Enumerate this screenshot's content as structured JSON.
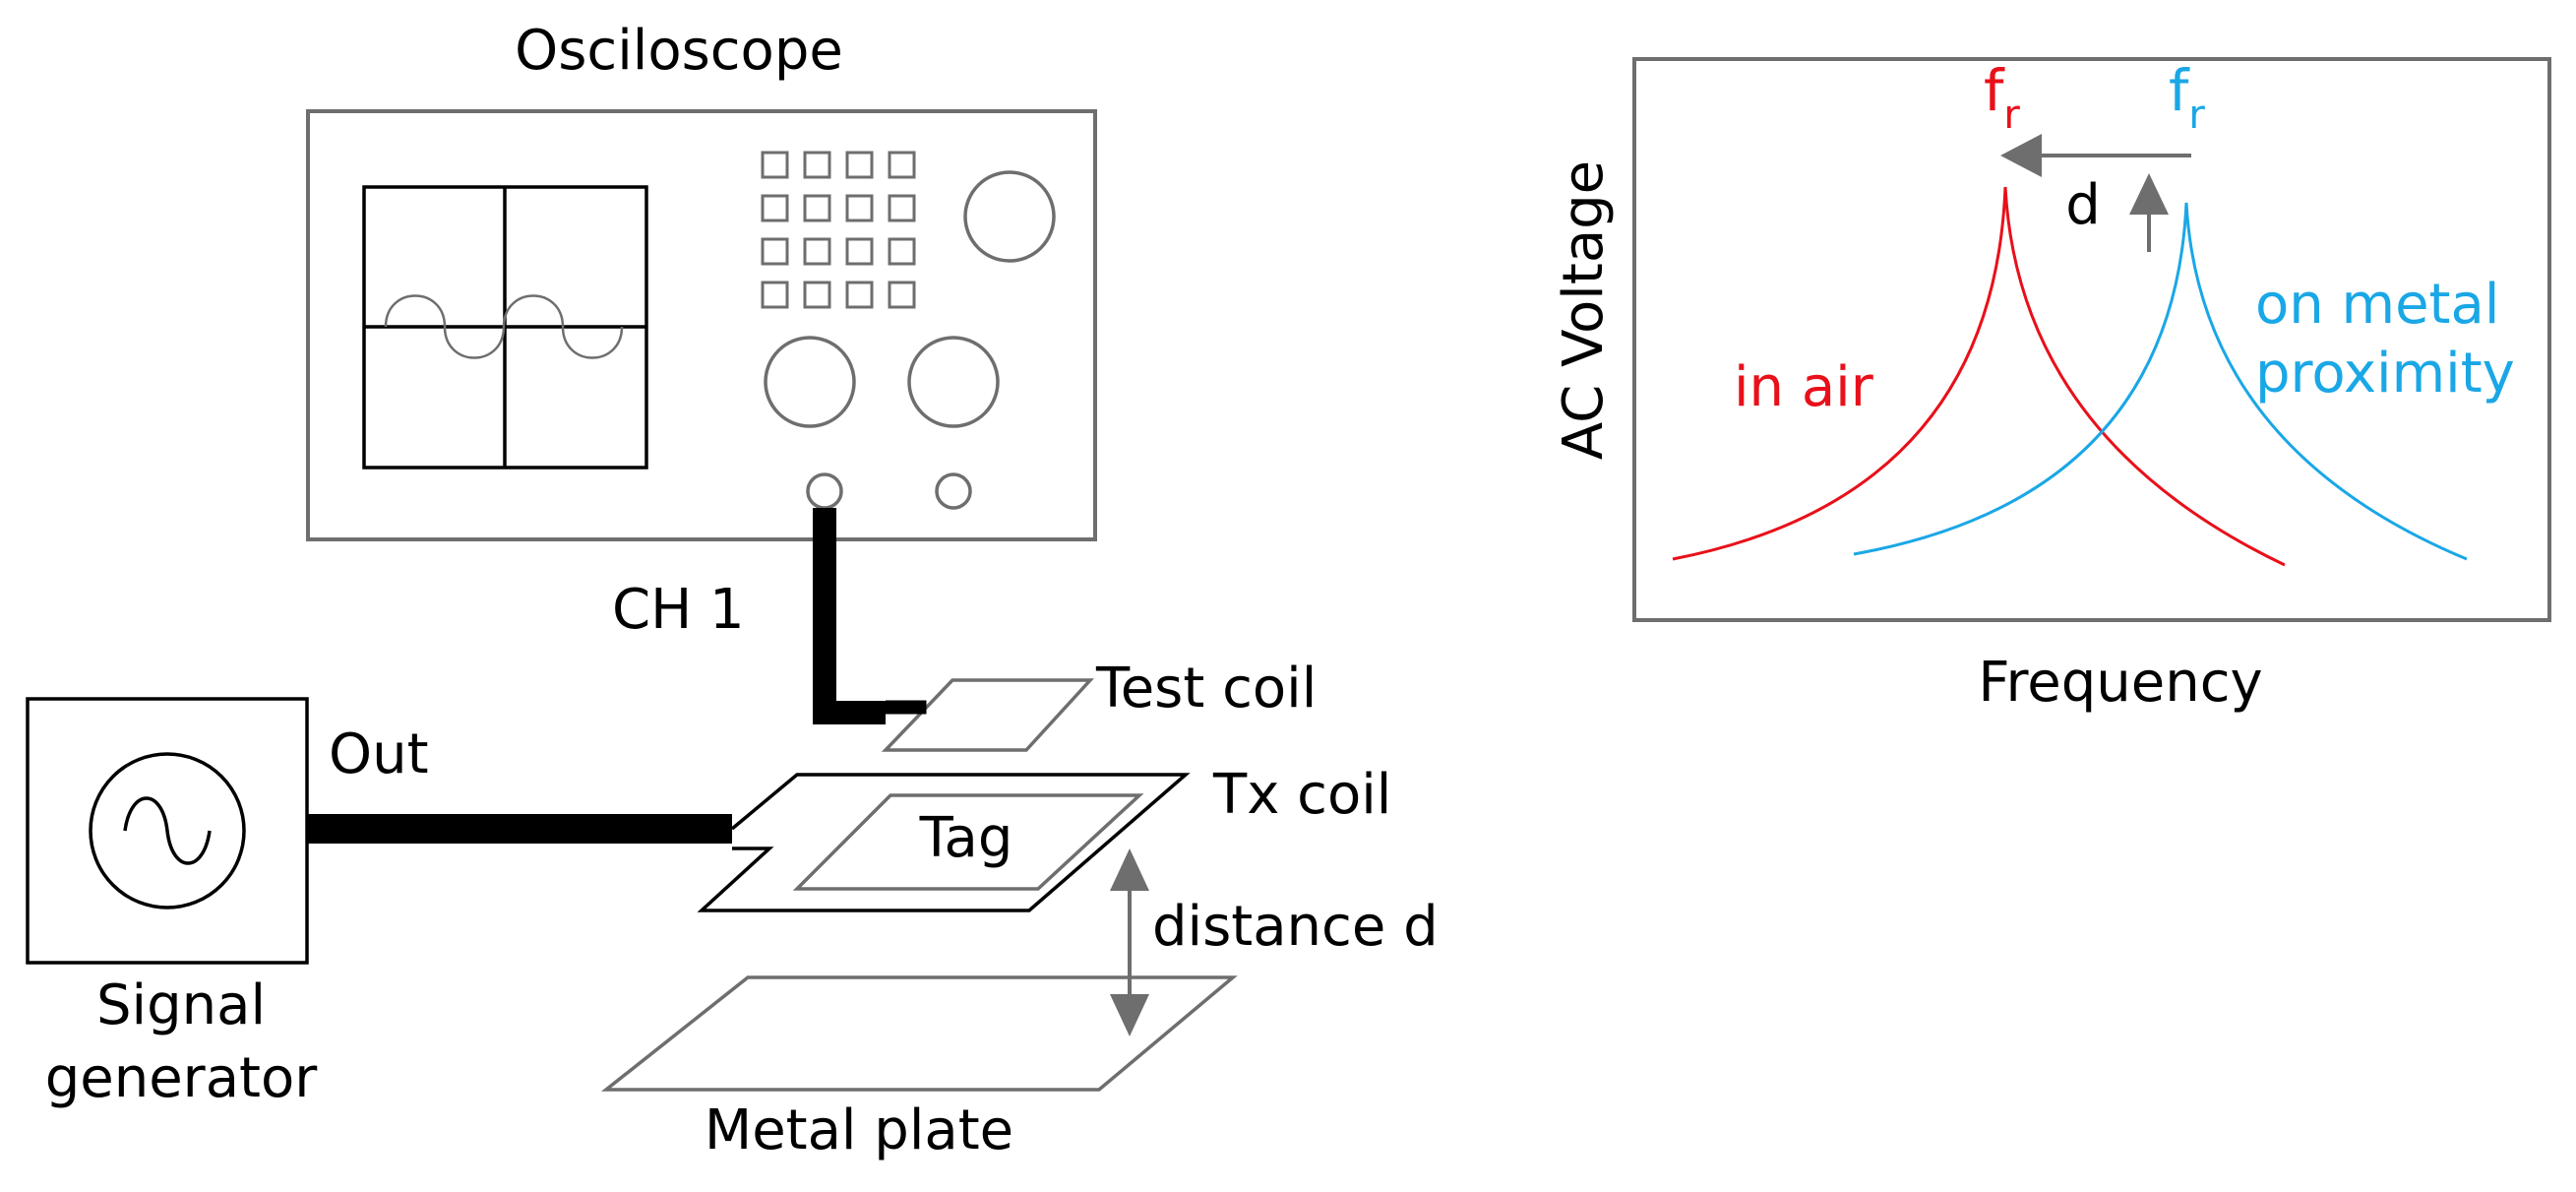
{
  "diagram": {
    "oscilloscope_label": "Osciloscope",
    "channel_label": "CH 1",
    "test_coil_label": "Test coil",
    "tx_coil_label": "Tx coil",
    "tag_label": "Tag",
    "out_label": "Out",
    "signal_generator_label_line1": "Signal",
    "signal_generator_label_line2": "generator",
    "distance_label": "distance d",
    "metal_plate_label": "Metal plate"
  },
  "response_plot": {
    "ylabel": "AC Voltage",
    "xlabel": "Frequency",
    "peak_symbol": "f",
    "peak_subscript": "r",
    "shift_label": "d",
    "in_air_label": "in air",
    "metal_label_line1": "on metal",
    "metal_label_line2": "proximity"
  },
  "colors": {
    "stroke": "#6e6e6e",
    "cable": "#000000",
    "in_air": "#e8101a",
    "metal": "#1aa7e6",
    "arrow": "#6e6e6e"
  }
}
